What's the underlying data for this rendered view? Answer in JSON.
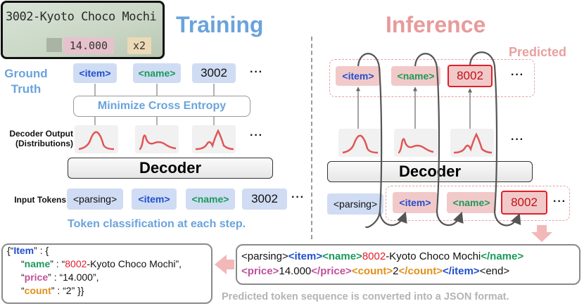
{
  "receipt": {
    "line1": "3002-Kyoto Choco Mochi",
    "price": "14.000",
    "count": "x2"
  },
  "training": {
    "title": "Training",
    "ground_truth_label": "Ground Truth",
    "gt_tokens": [
      "<item>",
      "<name>",
      "3002",
      "···"
    ],
    "loss_label": "Minimize Cross Entropy",
    "decoder_output_label_1": "Decoder Output",
    "decoder_output_label_2": "(Distributions)",
    "decoder_label": "Decoder",
    "input_tokens_label": "Input Tokens",
    "input_tokens": [
      "<parsing>",
      "<item>",
      "<name>",
      "3002",
      "···"
    ],
    "caption": "Token classification at each step."
  },
  "inference": {
    "title": "Inference",
    "predicted_label": "Predicted",
    "predicted_tokens": [
      "<item>",
      "<name>",
      "8002",
      "···"
    ],
    "decoder_label": "Decoder",
    "input_tokens": [
      "<parsing>",
      "<item>",
      "<name>",
      "8002",
      "···"
    ]
  },
  "sequence": {
    "line1_parts": [
      "<parsing>",
      "<item>",
      "<name>",
      "8002",
      "-Kyoto Choco Mochi",
      "</name>"
    ],
    "line2_parts": [
      "<price>",
      "14.000",
      "</price>",
      "<count>",
      "2",
      "</count>",
      "</item>",
      "<end>"
    ],
    "caption": "Predicted token sequence is converted into a JSON format."
  },
  "json_output": {
    "l1_open": "{“",
    "l1_key": "Item",
    "l1_rest": "” : {",
    "name_key": "name",
    "name_val_red": "8002",
    "name_val_rest": "-Kyoto Choco Mochi”,",
    "price_key": "price",
    "price_val": "“14.000”,",
    "count_key": "count",
    "count_val": "“2” }}",
    "q": "“",
    "sep": "” : ",
    "name_sep": "” : “"
  },
  "colors": {
    "training_title": "#6aa3dc",
    "inference_title": "#e89a9a",
    "predicted": "#e8a0a0",
    "blue_token_bg": "#cfdcf3",
    "pink_token_bg": "#f2c9c9",
    "item_text": "#1f4fd1",
    "name_text": "#1a9a5a",
    "price_text": "#c0509a",
    "count_text": "#e0901a",
    "curve_red": "#e05555",
    "highlight_red": "#e0202a"
  }
}
